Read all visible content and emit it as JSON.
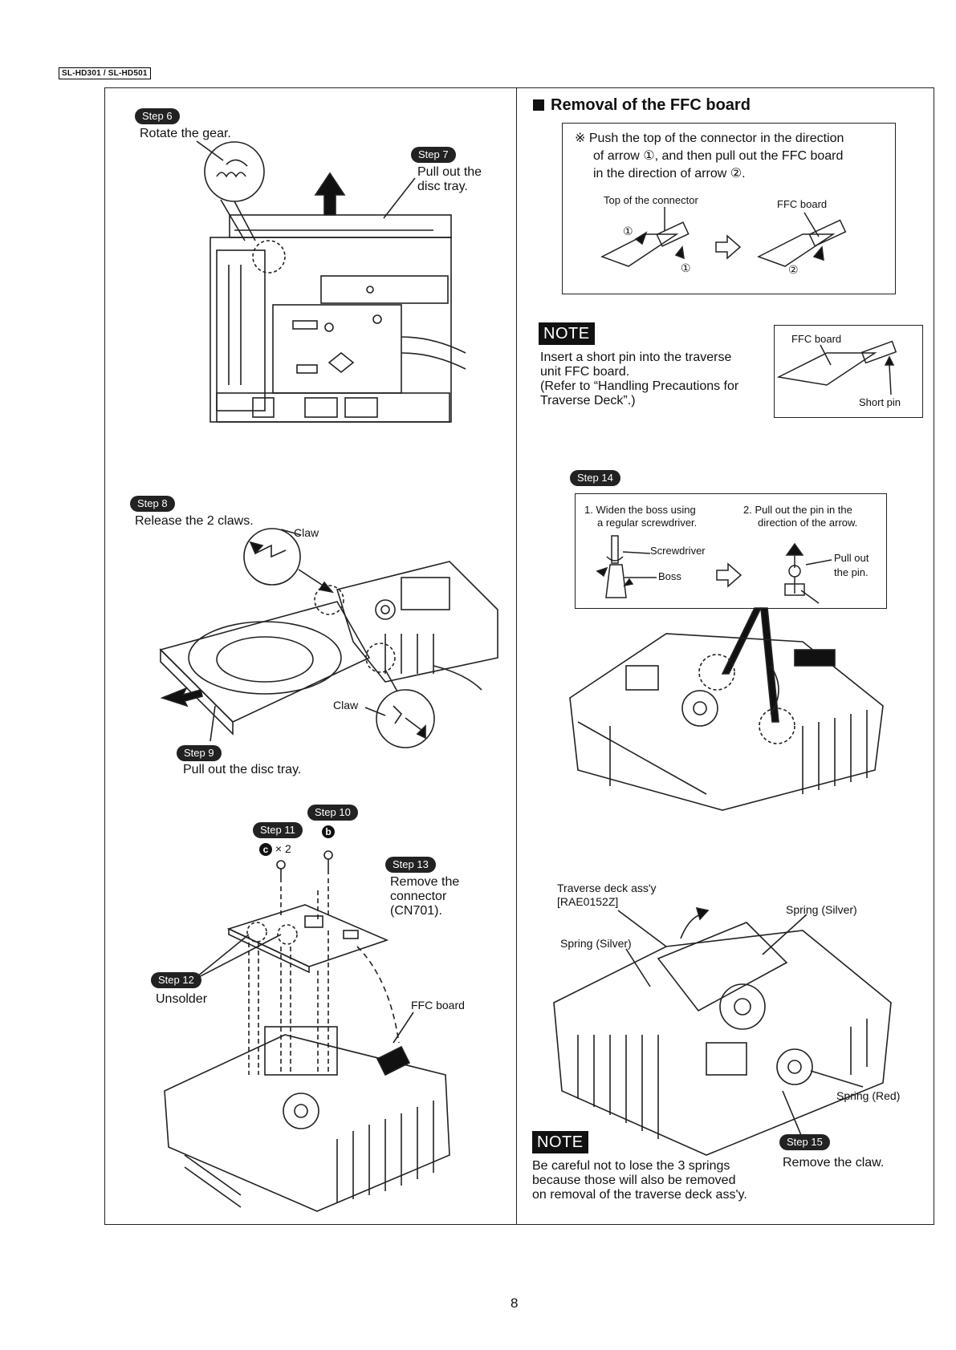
{
  "header": {
    "model": "SL-HD301 / SL-HD501"
  },
  "left": {
    "step6": {
      "badge": "Step 6",
      "text": "Rotate the gear."
    },
    "step7": {
      "badge": "Step 7",
      "line1": "Pull out the",
      "line2": "disc tray."
    },
    "step8": {
      "badge": "Step 8",
      "text": "Release the 2 claws.",
      "claw_top": "Claw",
      "claw_bottom": "Claw"
    },
    "step9": {
      "badge": "Step 9",
      "text": "Pull out the disc tray."
    },
    "step10": {
      "badge": "Step 10",
      "screw": "b"
    },
    "step11": {
      "badge": "Step 11",
      "screw": "c",
      "count": "× 2"
    },
    "step12": {
      "badge": "Step 12",
      "text": "Unsolder"
    },
    "step13": {
      "badge": "Step 13",
      "line1": "Remove the",
      "line2": "connector",
      "line3": "(CN701)."
    },
    "ffc_label": "FFC board"
  },
  "right": {
    "heading": "Removal of the FFC board",
    "ffc_box": {
      "line1": "※ Push the top of the connector in the direction",
      "line2": "of arrow ①, and then pull out the FFC board",
      "line3": "in the direction of arrow ②.",
      "label_top": "Top of the connector",
      "label_ffc": "FFC board",
      "num1": "①",
      "num1b": "①",
      "num2": "②"
    },
    "note1": {
      "badge": "NOTE",
      "line1": "Insert a short pin into the traverse",
      "line2": "unit FFC board.",
      "line3": "(Refer to  “Handling Precautions for",
      "line4": " Traverse Deck”.)",
      "inset_ffc": "FFC board",
      "inset_pin": "Short pin"
    },
    "step14": {
      "badge": "Step 14",
      "item1_line1": "1. Widen the boss using",
      "item1_line2": "a regular screwdriver.",
      "item2_line1": "2. Pull out the pin in the",
      "item2_line2": "direction of the arrow.",
      "screwdriver": "Screwdriver",
      "boss": "Boss",
      "pull_line1": "Pull out",
      "pull_line2": "the pin."
    },
    "traverse": {
      "label_line1": "Traverse deck ass'y",
      "label_line2": "[RAE0152Z]",
      "spring_left": "Spring (Silver)",
      "spring_right": "Spring (Silver)",
      "spring_red": "Spring (Red)"
    },
    "step15": {
      "badge": "Step 15",
      "text": "Remove the claw."
    },
    "note2": {
      "badge": "NOTE",
      "line1": "Be careful not to lose the 3 springs",
      "line2": "because those will also be removed",
      "line3": "on removal of the traverse deck ass'y."
    }
  },
  "page_number": "8"
}
